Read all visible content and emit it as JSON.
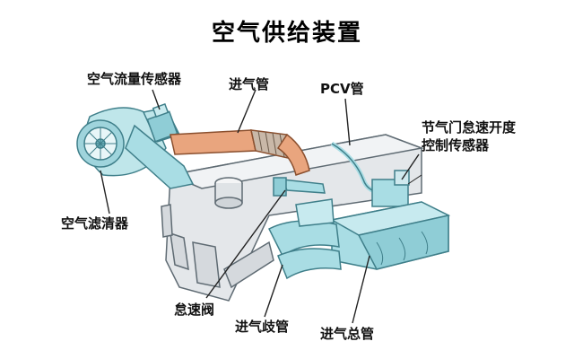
{
  "title": "空气供给装置",
  "labels": {
    "air_flow_sensor": "空气流量传感器",
    "intake_pipe": "进气管",
    "pcv_pipe": "PCV管",
    "throttle_idle_sensor_line1": "节气门怠速开度",
    "throttle_idle_sensor_line2": "控制传感器",
    "air_filter": "空气滤清器",
    "idle_valve": "怠速阀",
    "intake_manifold": "进气歧管",
    "intake_plenum": "进气总管"
  },
  "colors": {
    "engine_body": "#e4e7ea",
    "engine_outline": "#5f6b73",
    "air_system": "#a9dde4",
    "intake_pipe": "#e9a57e",
    "leader": "#222222"
  }
}
